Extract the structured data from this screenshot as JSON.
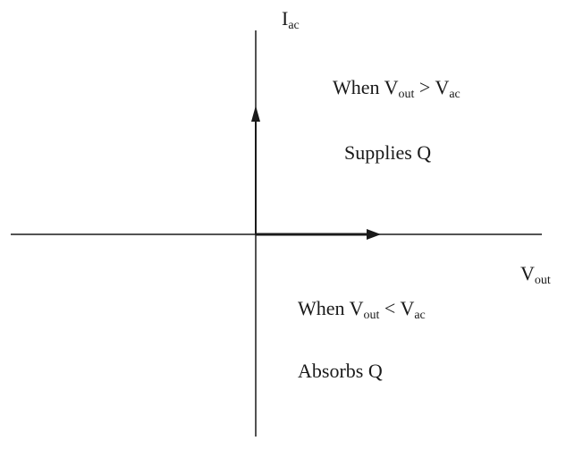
{
  "axes": {
    "y_label": {
      "main": "I",
      "sub": "ac"
    },
    "x_label": {
      "main": "V",
      "sub": "out"
    }
  },
  "upper_region": {
    "condition": {
      "a": "V",
      "a_sub": "out",
      "op": " > ",
      "b": "V",
      "b_sub": "ac",
      "prefix": "When "
    },
    "action": "Supplies Q"
  },
  "lower_region": {
    "condition": {
      "a": "V",
      "a_sub": "out",
      "op": " < ",
      "b": "V",
      "b_sub": "ac",
      "prefix": "When "
    },
    "action": "Absorbs Q"
  },
  "colors": {
    "stroke": "#1a1a1a",
    "background": "#ffffff"
  }
}
